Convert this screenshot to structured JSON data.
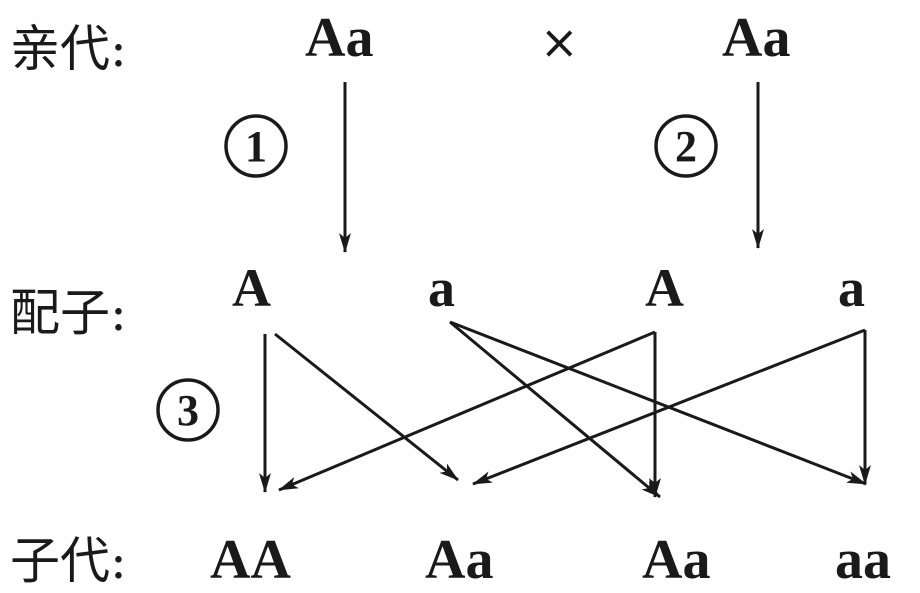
{
  "labels": {
    "parents": "亲代:",
    "gametes": "配子:",
    "offspring": "子代:"
  },
  "parents": {
    "left": "Aa",
    "cross": "×",
    "right": "Aa"
  },
  "gametes": [
    "A",
    "a",
    "A",
    "a"
  ],
  "offspring": [
    "AA",
    "Aa",
    "Aa",
    "aa"
  ],
  "steps": [
    "1",
    "2",
    "3"
  ],
  "colors": {
    "ink": "#1a1a1a",
    "background": "#ffffff"
  }
}
